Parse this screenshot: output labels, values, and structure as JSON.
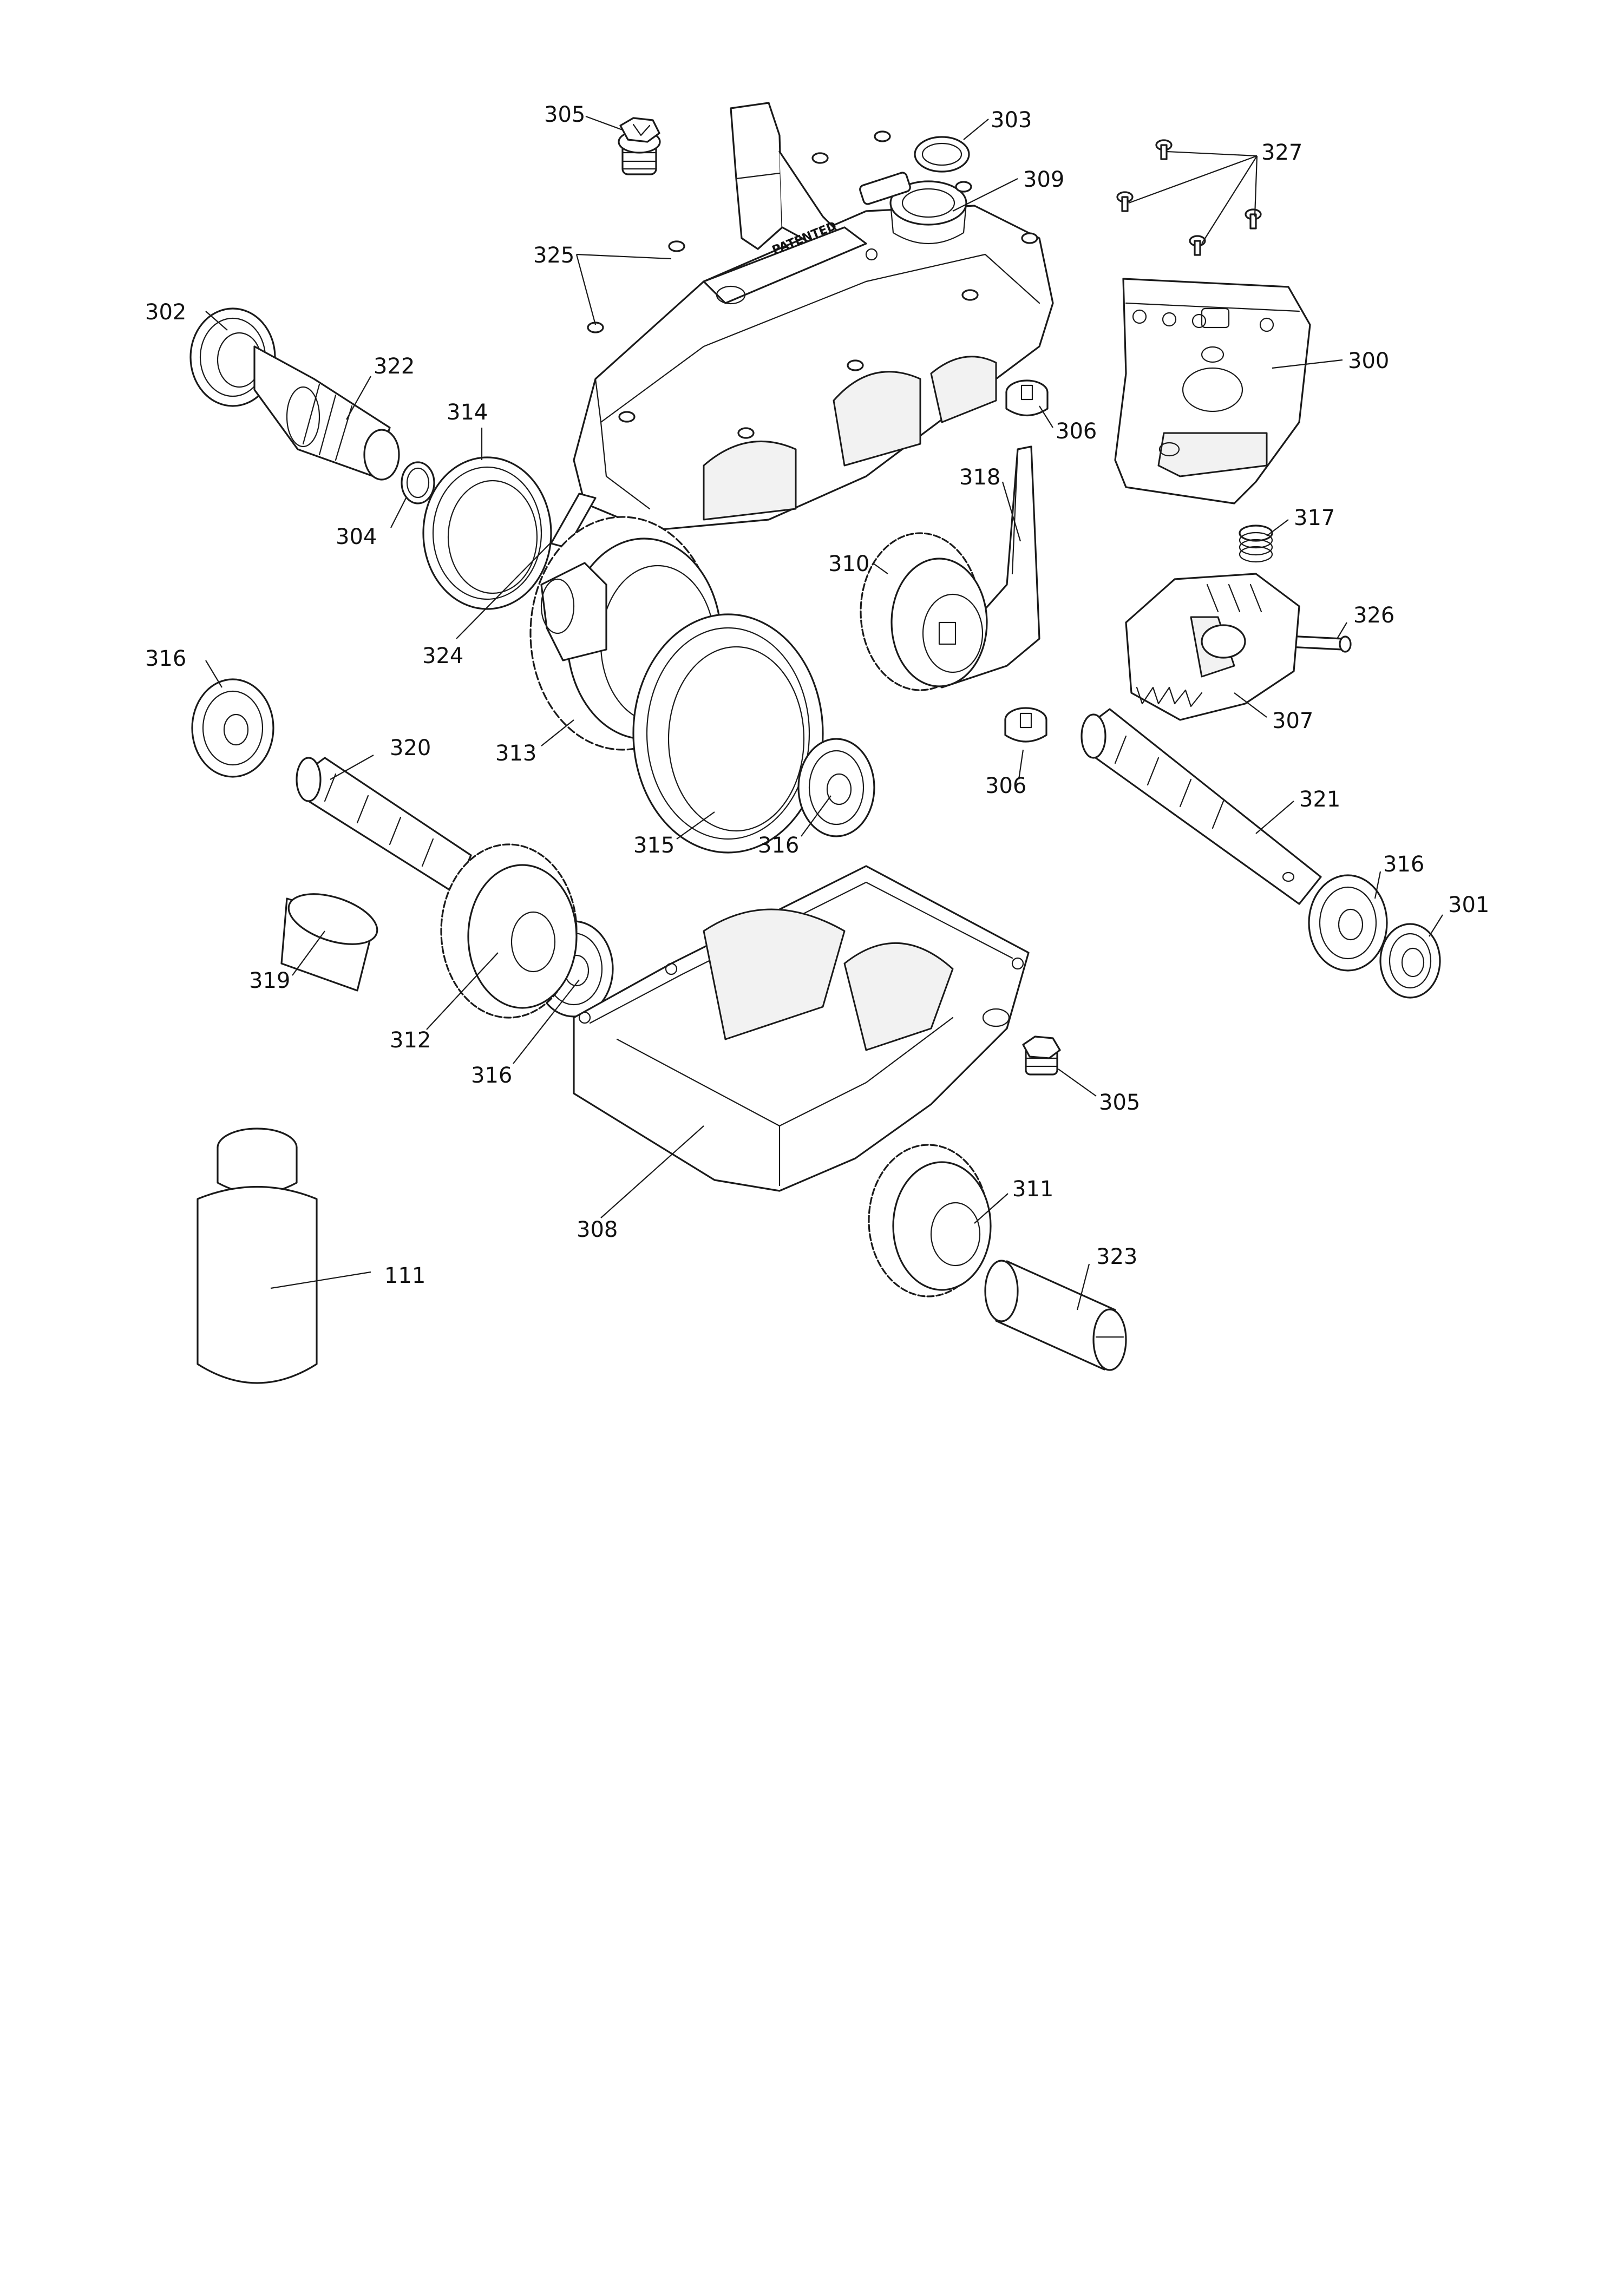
{
  "diagram": {
    "type": "exploded-parts-view",
    "stamp_text": "PATENTED",
    "colors": {
      "line": "#1a1a1a",
      "background": "#ffffff"
    },
    "callouts": {
      "c305a": "305",
      "c303": "303",
      "c309": "309",
      "c327": "327",
      "c302": "302",
      "c325": "325",
      "c322": "322",
      "c314": "314",
      "c300": "300",
      "c306a": "306",
      "c304": "304",
      "c318": "318",
      "c317": "317",
      "c310": "310",
      "c324": "324",
      "c326": "326",
      "c316a": "316",
      "c307": "307",
      "c313": "313",
      "c320": "320",
      "c306b": "306",
      "c321": "321",
      "c315": "315",
      "c316b": "316",
      "c316c": "316",
      "c301": "301",
      "c319": "319",
      "c312": "312",
      "c316d": "316",
      "c305b": "305",
      "c311": "311",
      "c308": "308",
      "c323": "323",
      "c111": "111"
    }
  }
}
